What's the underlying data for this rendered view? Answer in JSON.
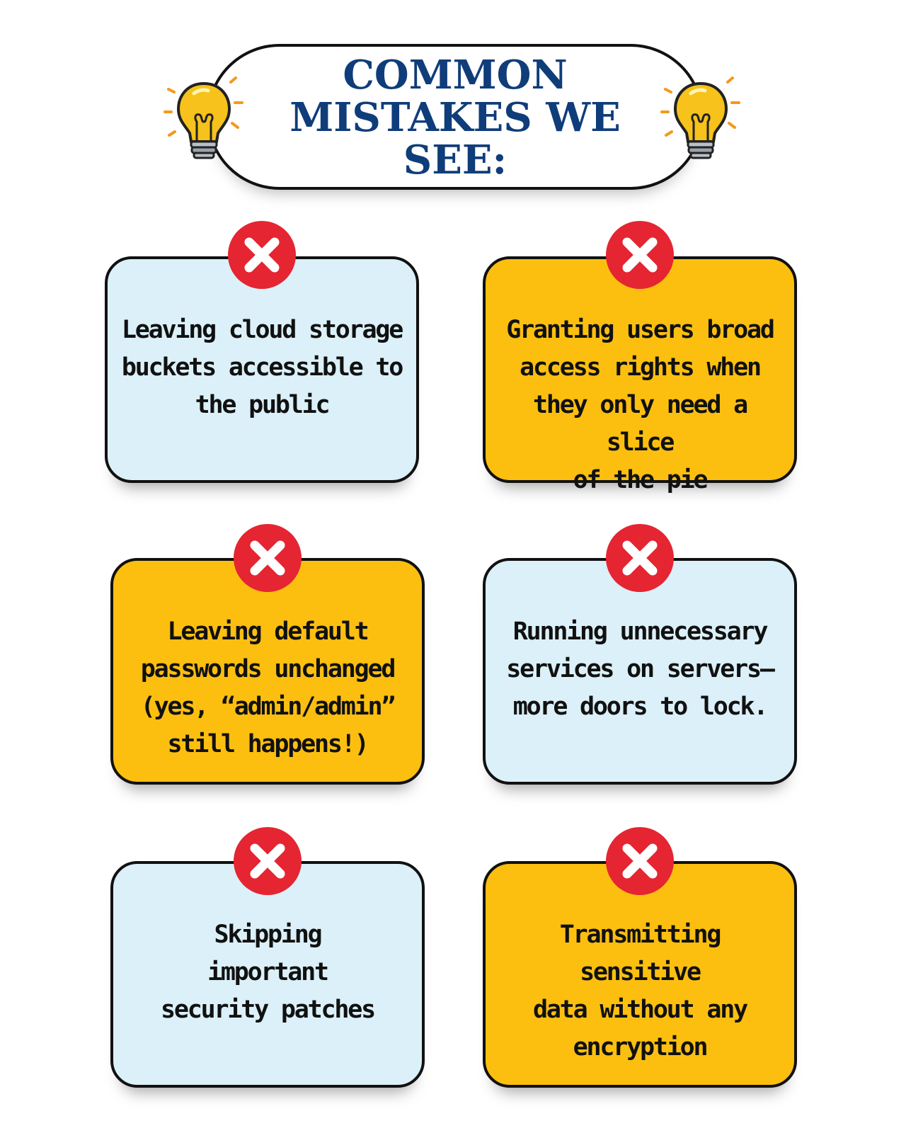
{
  "header": {
    "title_lines": [
      "COMMON",
      "MISTAKES WE",
      "SEE:"
    ]
  },
  "colors": {
    "title": "#0f3d7a",
    "card_blue": "#dbf0f8",
    "card_yellow": "#fcbf10",
    "x_badge": "#e52531",
    "outline": "#111111"
  },
  "icons": {
    "bulb": "lightbulb-icon",
    "badge": "red-x-icon"
  },
  "cards": [
    {
      "lines": [
        "Leaving cloud storage",
        "buckets accessible to",
        "the public"
      ],
      "color": "blue"
    },
    {
      "lines": [
        "Granting users broad",
        "access rights when",
        "they only need a slice",
        "of the pie"
      ],
      "color": "yellow"
    },
    {
      "lines": [
        "Leaving default",
        "passwords unchanged",
        "(yes, “admin/admin”",
        "still happens!)"
      ],
      "color": "yellow"
    },
    {
      "lines": [
        "Running unnecessary",
        "services on servers—",
        "more doors to lock."
      ],
      "color": "blue"
    },
    {
      "lines": [
        "Skipping",
        "important",
        "security patches"
      ],
      "color": "blue"
    },
    {
      "lines": [
        "Transmitting sensitive",
        "data without any",
        "encryption"
      ],
      "color": "yellow"
    }
  ]
}
